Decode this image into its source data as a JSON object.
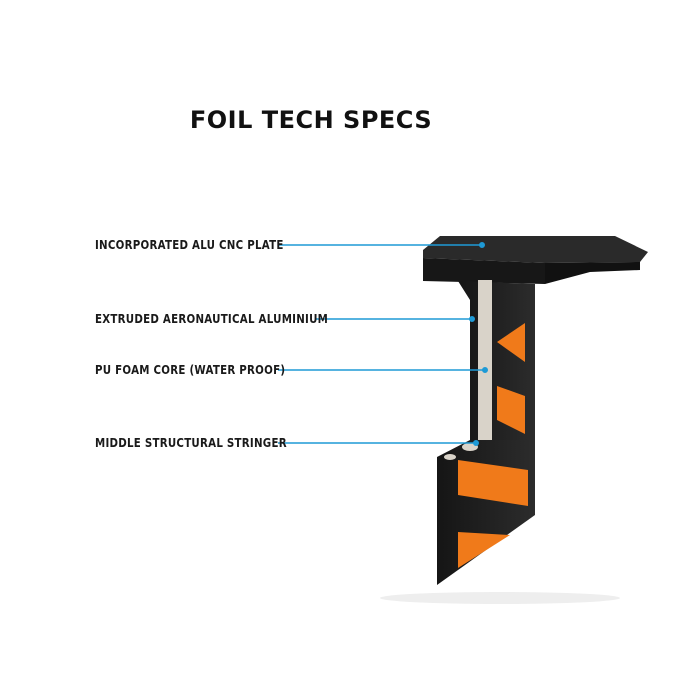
{
  "title": "FOIL TECH SPECS",
  "labels": [
    "INCORPORATED ALU CNC PLATE",
    "EXTRUDED AERONAUTICAL ALUMINIUM",
    "PU FOAM CORE (WATER PROOF)",
    "MIDDLE STRUCTURAL STRINGER"
  ],
  "colors": {
    "leader_line": "#1e9ad6",
    "mast_body": "#222222",
    "accent": "#f07a1a",
    "foam_core": "#d9d3c9"
  }
}
